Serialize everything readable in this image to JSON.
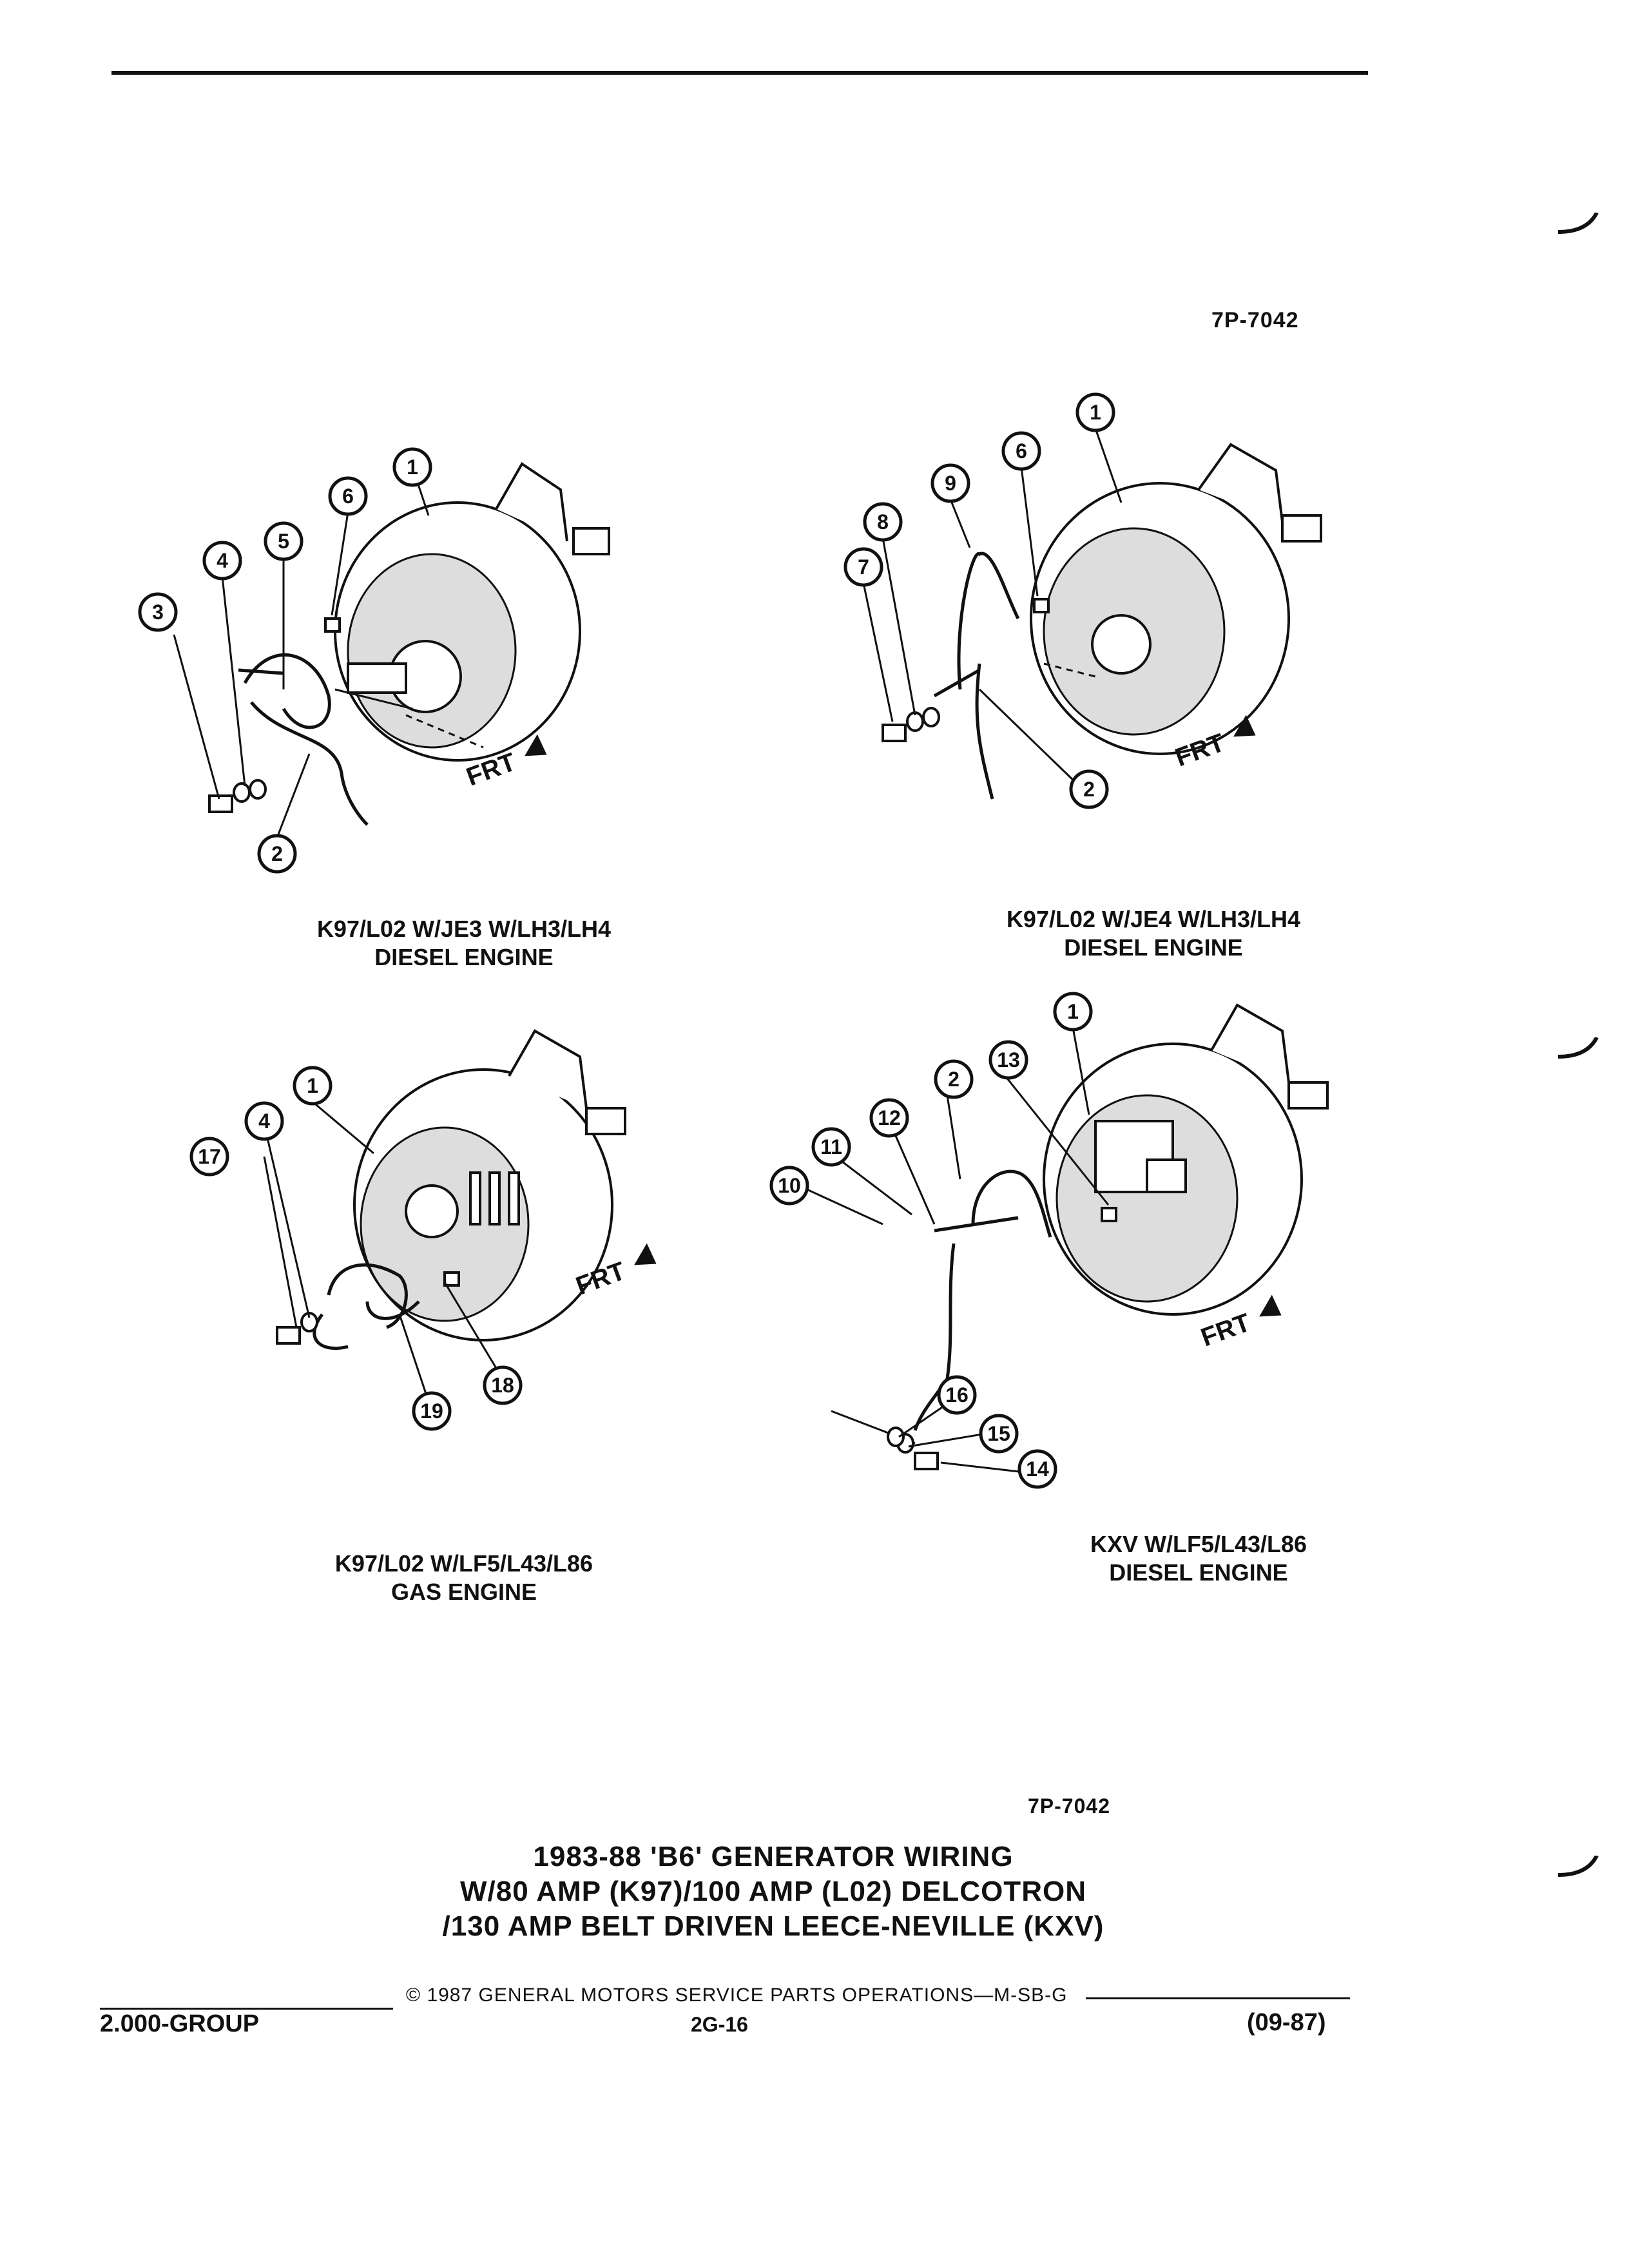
{
  "header": {
    "ref_number": "7P-7042"
  },
  "diagrams": [
    {
      "caption_line1": "K97/L02 W/JE3 W/LH3/LH4",
      "caption_line2": "DIESEL ENGINE",
      "callouts": [
        "1",
        "2",
        "3",
        "4",
        "5",
        "6"
      ],
      "frt_label": "FRT"
    },
    {
      "caption_line1": "K97/L02 W/JE4 W/LH3/LH4",
      "caption_line2": "DIESEL ENGINE",
      "callouts": [
        "1",
        "2",
        "6",
        "7",
        "8",
        "9"
      ],
      "frt_label": "FRT"
    },
    {
      "caption_line1": "K97/L02 W/LF5/L43/L86",
      "caption_line2": "GAS ENGINE",
      "callouts": [
        "1",
        "4",
        "17",
        "18",
        "19"
      ],
      "frt_label": "FRT"
    },
    {
      "caption_line1": "KXV W/LF5/L43/L86",
      "caption_line2": "DIESEL ENGINE",
      "callouts": [
        "1",
        "2",
        "10",
        "11",
        "12",
        "13",
        "14",
        "15",
        "16"
      ],
      "frt_label": "FRT"
    }
  ],
  "bottom_ref_number": "7P-7042",
  "title": {
    "line1": "1983-88 'B6' GENERATOR WIRING",
    "line2": "W/80 AMP (K97)/100 AMP (L02) DELCOTRON",
    "line3": "/130 AMP BELT DRIVEN LEECE-NEVILLE (KXV)"
  },
  "footer": {
    "copyright": "© 1987 GENERAL MOTORS SERVICE PARTS OPERATIONS—M-SB-G",
    "group": "2.000-GROUP",
    "page": "2G-16",
    "date": "(09-87)"
  }
}
